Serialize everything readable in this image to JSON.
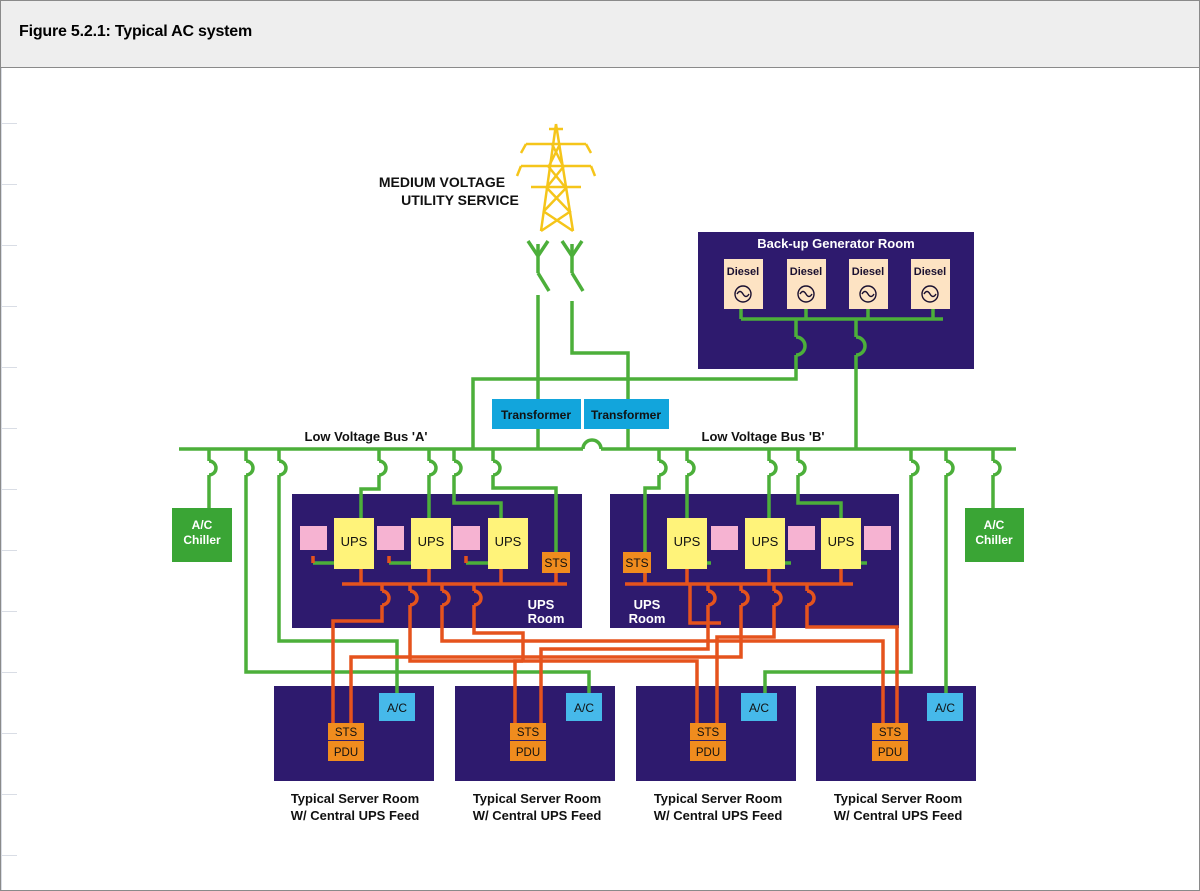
{
  "header": {
    "title": "Figure 5.2.1: Typical AC system"
  },
  "utility": {
    "line1": "MEDIUM VOLTAGE",
    "line2": "UTILITY SERVICE"
  },
  "generator_room": {
    "title": "Back-up Generator Room",
    "units": [
      "Diesel",
      "Diesel",
      "Diesel",
      "Diesel"
    ]
  },
  "transformers": [
    "Transformer",
    "Transformer"
  ],
  "buses": {
    "a": "Low Voltage Bus 'A'",
    "b": "Low Voltage Bus 'B'"
  },
  "chillers": [
    {
      "line1": "A/C",
      "line2": "Chiller"
    },
    {
      "line1": "A/C",
      "line2": "Chiller"
    }
  ],
  "ups_rooms": [
    {
      "label1": "UPS",
      "label2": "Room",
      "ups": [
        "UPS",
        "UPS",
        "UPS"
      ],
      "sts": "STS"
    },
    {
      "label1": "UPS",
      "label2": "Room",
      "ups": [
        "UPS",
        "UPS",
        "UPS"
      ],
      "sts": "STS"
    }
  ],
  "server_rooms": [
    {
      "ac": "A/C",
      "sts": "STS",
      "pdu": "PDU",
      "caption1": "Typical Server Room",
      "caption2": "W/ Central UPS Feed"
    },
    {
      "ac": "A/C",
      "sts": "STS",
      "pdu": "PDU",
      "caption1": "Typical Server Room",
      "caption2": "W/ Central UPS Feed"
    },
    {
      "ac": "A/C",
      "sts": "STS",
      "pdu": "PDU",
      "caption1": "Typical Server Room",
      "caption2": "W/ Central UPS Feed"
    },
    {
      "ac": "A/C",
      "sts": "STS",
      "pdu": "PDU",
      "caption1": "Typical Server Room",
      "caption2": "W/ Central UPS Feed"
    }
  ],
  "colors": {
    "room": "#2e1a6e",
    "green": "#4caf3a",
    "orange_line": "#e5531d",
    "orange_box": "#f08c1e",
    "ups": "#fff37a",
    "pink": "#f6b3d2",
    "cyan": "#12a5dc",
    "ac": "#46b9ea",
    "chiller": "#3aa535",
    "diesel": "#fde3c3",
    "tower": "#f5c51a"
  }
}
